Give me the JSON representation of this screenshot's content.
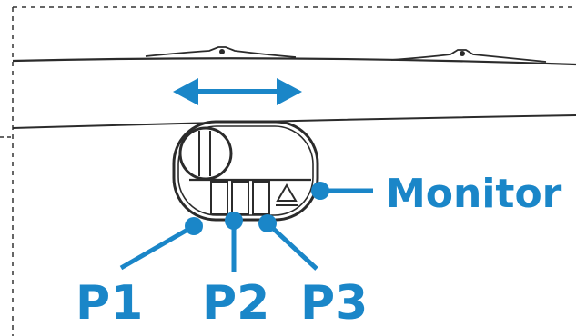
{
  "labels": {
    "monitor": "Monitor",
    "p1": "P1",
    "p2": "P2",
    "p3": "P3"
  },
  "colors": {
    "accent_blue": "#1a86c8",
    "line_dark": "#2b2b2b",
    "border_dash": "#333333",
    "device_fill": "#ffffff"
  },
  "icons": {
    "move_arrow": "double-headed-horizontal-arrow",
    "p3_symbol": "triangle-warning-icon"
  }
}
